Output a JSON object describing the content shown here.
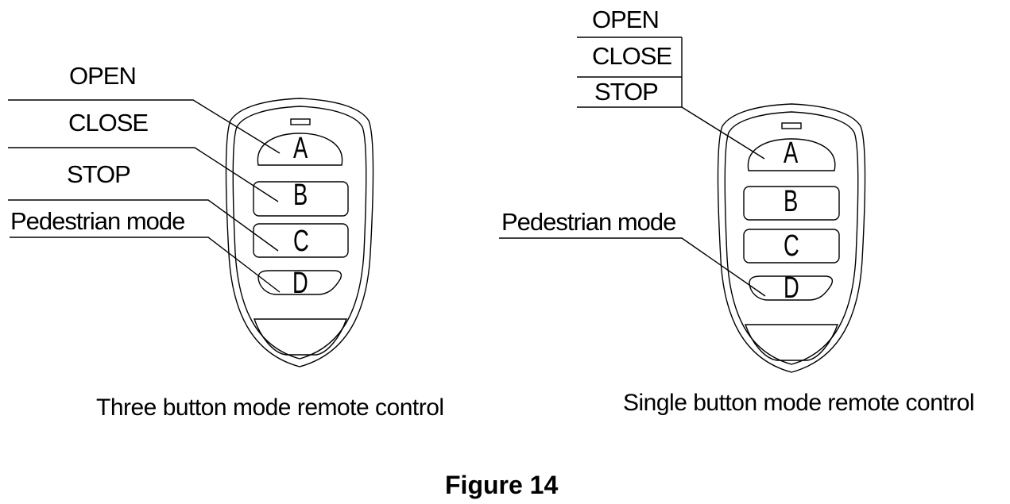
{
  "left_remote": {
    "labels": {
      "open": "OPEN",
      "close": "CLOSE",
      "stop": "STOP",
      "pedestrian": "Pedestrian mode"
    },
    "buttons": [
      "A",
      "B",
      "C",
      "D"
    ],
    "caption": "Three button mode remote control"
  },
  "right_remote": {
    "labels": {
      "open": "OPEN",
      "close": "CLOSE",
      "stop": "STOP",
      "pedestrian": "Pedestrian mode"
    },
    "buttons": [
      "A",
      "B",
      "C",
      "D"
    ],
    "caption": "Single button  mode remote control"
  },
  "figure_title": "Figure 14"
}
